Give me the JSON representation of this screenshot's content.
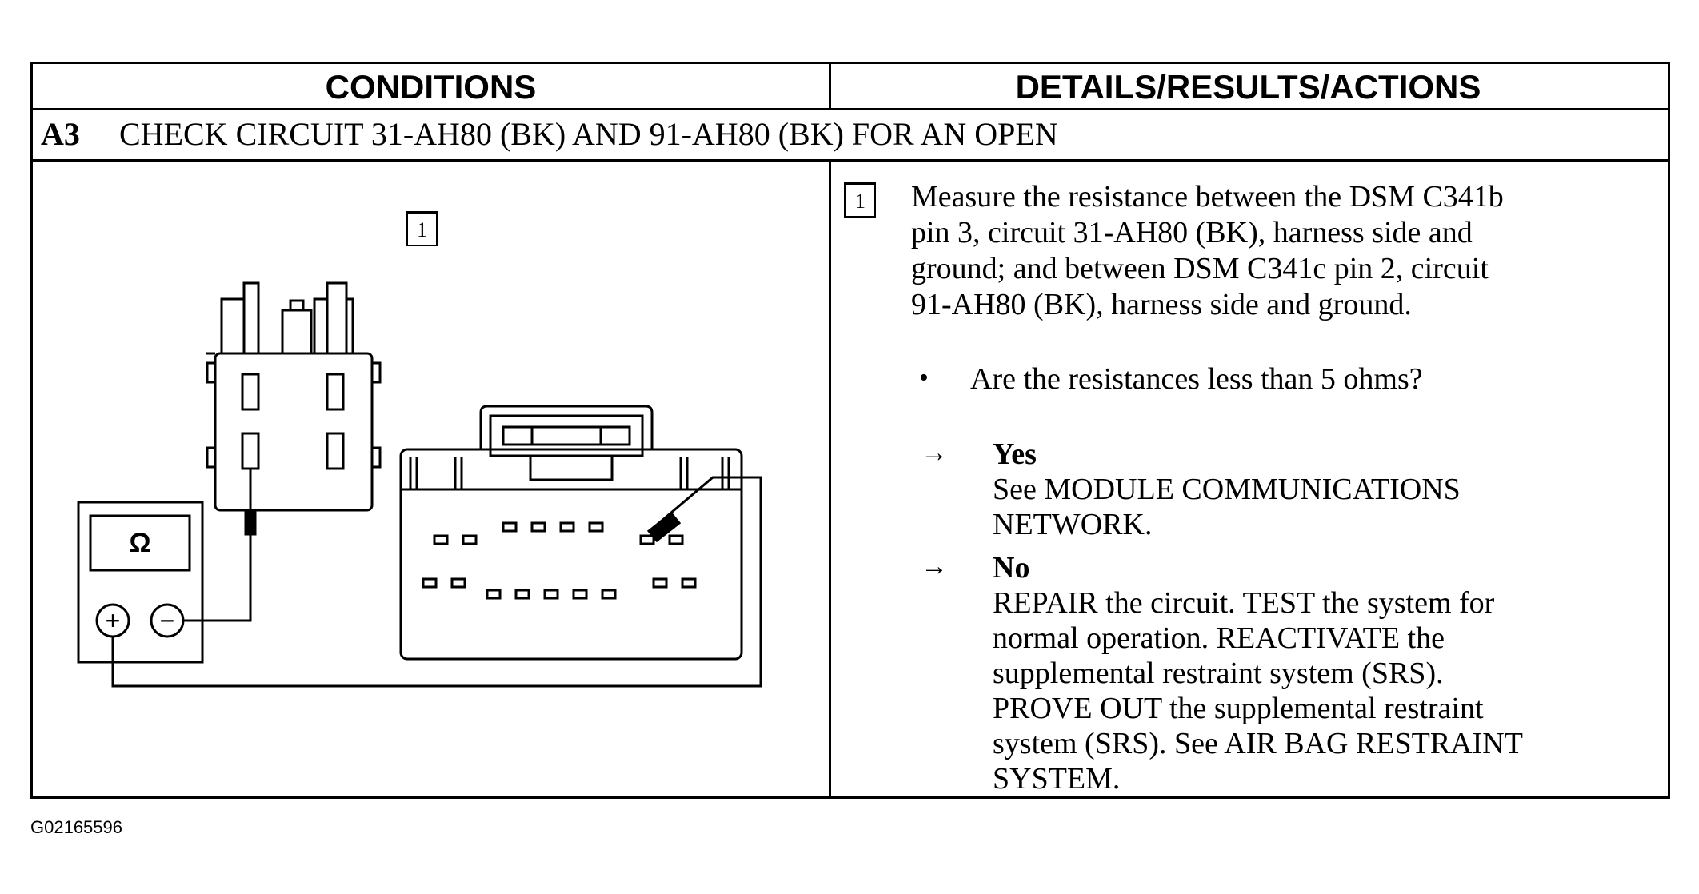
{
  "header": {
    "conditions": "CONDITIONS",
    "details": "DETAILS/RESULTS/ACTIONS"
  },
  "step": {
    "id": "A3",
    "title": "CHECK CIRCUIT 31-AH80 (BK) AND 91-AH80 (BK) FOR AN OPEN"
  },
  "diagram": {
    "callout": "1",
    "meter_symbol": "Ω",
    "plus_symbol": "+",
    "minus_symbol": "−"
  },
  "details": {
    "callout": "1",
    "instruction_lines": [
      "Measure the resistance between the DSM C341b",
      "pin 3, circuit 31-AH80 (BK), harness side and",
      "ground; and between DSM C341c pin 2, circuit",
      "91-AH80 (BK), harness side and ground."
    ],
    "bullet_symbol": "•",
    "question": "Are the resistances less than 5 ohms?",
    "arrow_symbol": "→",
    "yes": {
      "label": "Yes",
      "lines": [
        "See MODULE COMMUNICATIONS",
        "NETWORK."
      ]
    },
    "no": {
      "label": "No",
      "lines": [
        "REPAIR the circuit. TEST the system for",
        "normal operation. REACTIVATE the",
        "supplemental restraint system (SRS).",
        "PROVE OUT the supplemental restraint",
        "system (SRS).  See AIR BAG RESTRAINT",
        "SYSTEM."
      ]
    }
  },
  "figure_id": "G02165596"
}
